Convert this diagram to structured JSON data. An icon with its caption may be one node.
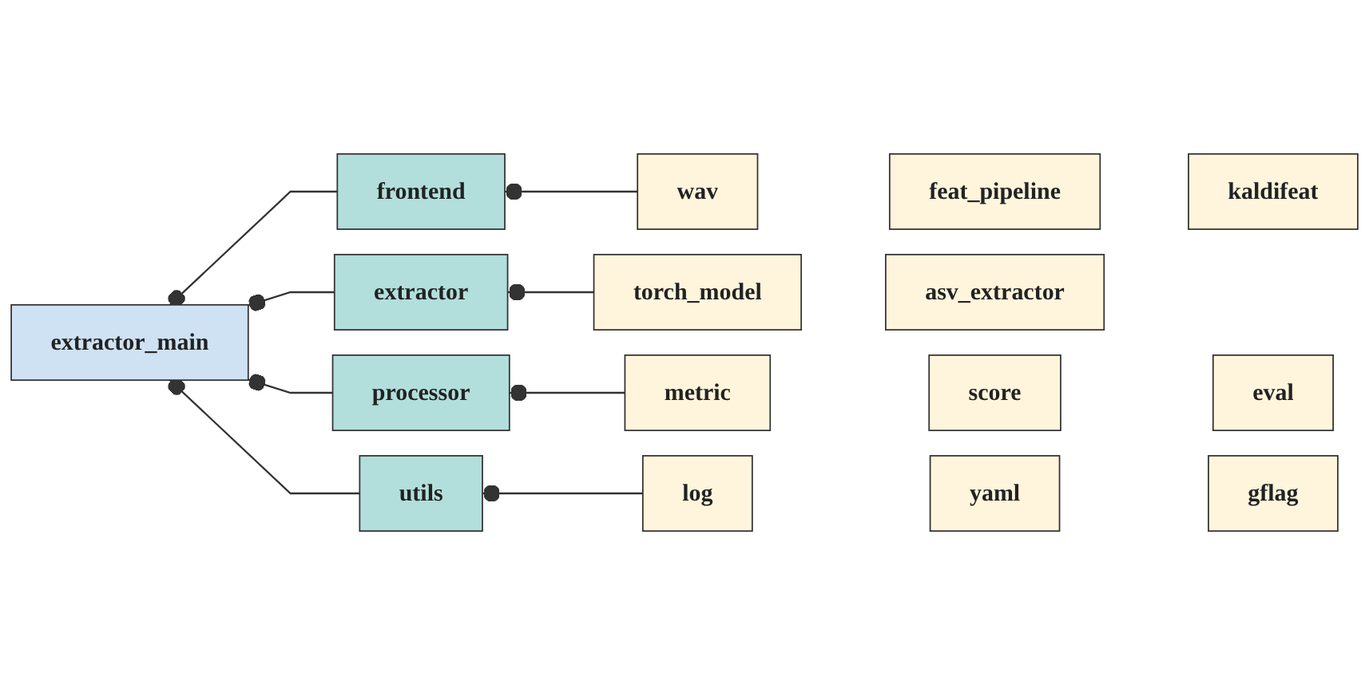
{
  "diagram": {
    "nodes": [
      {
        "text": [
          "extractor_main"
        ]
      },
      {
        "text": [
          "frontend"
        ]
      },
      {
        "text": [
          "extractor"
        ]
      },
      {
        "text": [
          "processor"
        ]
      },
      {
        "text": [
          "utils"
        ]
      },
      {
        "text": [
          "wav"
        ]
      },
      {
        "text": [
          "feat_pipeline"
        ]
      },
      {
        "text": [
          "kaldifeat"
        ]
      },
      {
        "text": [
          "torch_model"
        ]
      },
      {
        "text": [
          "asv_extractor"
        ]
      },
      {
        "text": [
          "metric"
        ]
      },
      {
        "text": [
          "score"
        ]
      },
      {
        "text": [
          "eval"
        ]
      },
      {
        "text": [
          "log"
        ]
      },
      {
        "text": [
          "yaml"
        ]
      },
      {
        "text": [
          "gflag"
        ]
      }
    ],
    "edges": [
      {
        "from": 0,
        "to": 1,
        "arrow": "other"
      },
      {
        "from": 0,
        "to": 2,
        "arrow": "other"
      },
      {
        "from": 0,
        "to": 3,
        "arrow": "other"
      },
      {
        "from": 0,
        "to": 4,
        "arrow": "other"
      },
      {
        "from": 1,
        "to": 5,
        "arrow": "other"
      },
      {
        "from": 2,
        "to": 8,
        "arrow": "other"
      },
      {
        "from": 3,
        "to": 10,
        "arrow": "other"
      },
      {
        "from": 4,
        "to": 13,
        "arrow": "other"
      }
    ]
  }
}
